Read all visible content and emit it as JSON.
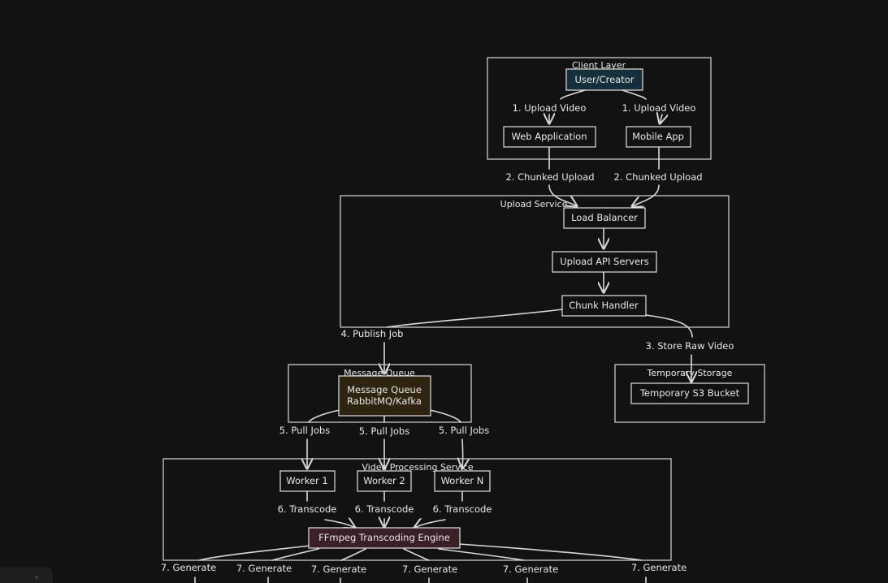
{
  "groups": {
    "client_layer": "Client Layer",
    "upload_service": "Upload Service",
    "message_queue": "Message Queue",
    "temporary_storage": "Temporary Storage",
    "video_processing": "Video Processing Service"
  },
  "nodes": {
    "user_creator": "User/Creator",
    "web_app": "Web Application",
    "mobile_app": "Mobile App",
    "load_balancer": "Load Balancer",
    "upload_api": "Upload API Servers",
    "chunk_handler": "Chunk Handler",
    "mq_line1": "Message Queue",
    "mq_line2": "RabbitMQ/Kafka",
    "s3_bucket": "Temporary S3 Bucket",
    "worker1": "Worker 1",
    "worker2": "Worker 2",
    "workerN": "Worker N",
    "ffmpeg": "FFmpeg Transcoding Engine"
  },
  "edges": {
    "upload_video_web": "1. Upload Video",
    "upload_video_mobile": "1. Upload Video",
    "chunked_upload_web": "2. Chunked Upload",
    "chunked_upload_mobile": "2. Chunked Upload",
    "publish_job": "4. Publish Job",
    "store_raw": "3. Store Raw Video",
    "pull_jobs_1": "5. Pull Jobs",
    "pull_jobs_2": "5. Pull Jobs",
    "pull_jobs_3": "5. Pull Jobs",
    "transcode_1": "6. Transcode",
    "transcode_2": "6. Transcode",
    "transcode_3": "6. Transcode",
    "generate_1": "7. Generate",
    "generate_2": "7. Generate",
    "generate_3": "7. Generate",
    "generate_4": "7. Generate",
    "generate_5": "7. Generate",
    "generate_6": "7. Generate"
  },
  "colors": {
    "background": "#121212",
    "user_fill": "#15303a",
    "mq_fill": "#2e2410",
    "ffmpeg_fill": "#3a1f24",
    "line": "#d8d8d8"
  },
  "footer": {
    "chevron_icon": "chevron-right-icon"
  }
}
